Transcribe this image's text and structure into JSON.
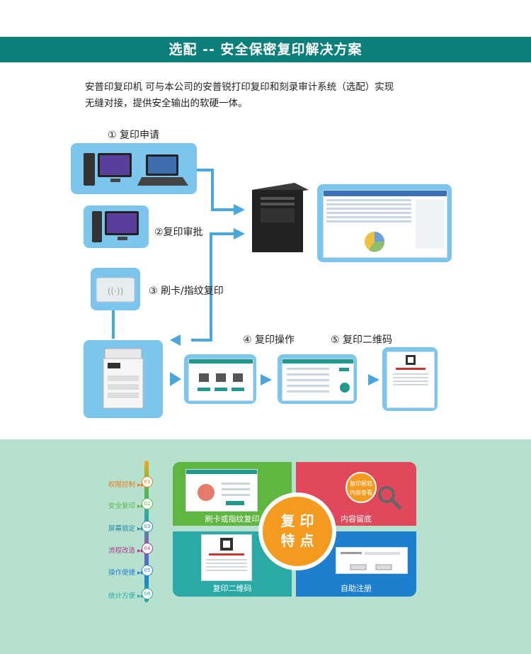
{
  "header": {
    "title": "选配 -- 安全保密复印解决方案"
  },
  "intro": {
    "line1": "安普印复印机  可与本公司的安普锐打印复印和刻录审计系统（选配）实现",
    "line2": "无缝对接，提供安全输出的软硬一体。"
  },
  "flow": {
    "step1": "① 复印申请",
    "step2": "②复印审批",
    "step3": "③ 刷卡/指纹复印",
    "step4": "④ 复印操作",
    "step5": "⑤ 复印二维码"
  },
  "features": {
    "side_items": [
      "权限控制",
      "安全复印",
      "屏幕锁定",
      "流程改造",
      "操作便捷",
      "统计方便"
    ],
    "side_nums": [
      "01",
      "02",
      "03",
      "04",
      "05",
      "06"
    ],
    "quads": {
      "tl": "刷卡或指纹复印",
      "tr": "内容留底",
      "bl": "复印二维码",
      "br": "自助注册"
    },
    "tr_badge": [
      "复印留底",
      "内容查看"
    ],
    "center": [
      "复  印",
      "特  点"
    ]
  },
  "colors": {
    "banner": "#0d7f7b",
    "panel": "#7cc6ee",
    "green": "#5fb641",
    "red": "#e2485b",
    "teal": "#2aa9a6",
    "blue": "#1e7fcf",
    "orange": "#f39a1f"
  }
}
